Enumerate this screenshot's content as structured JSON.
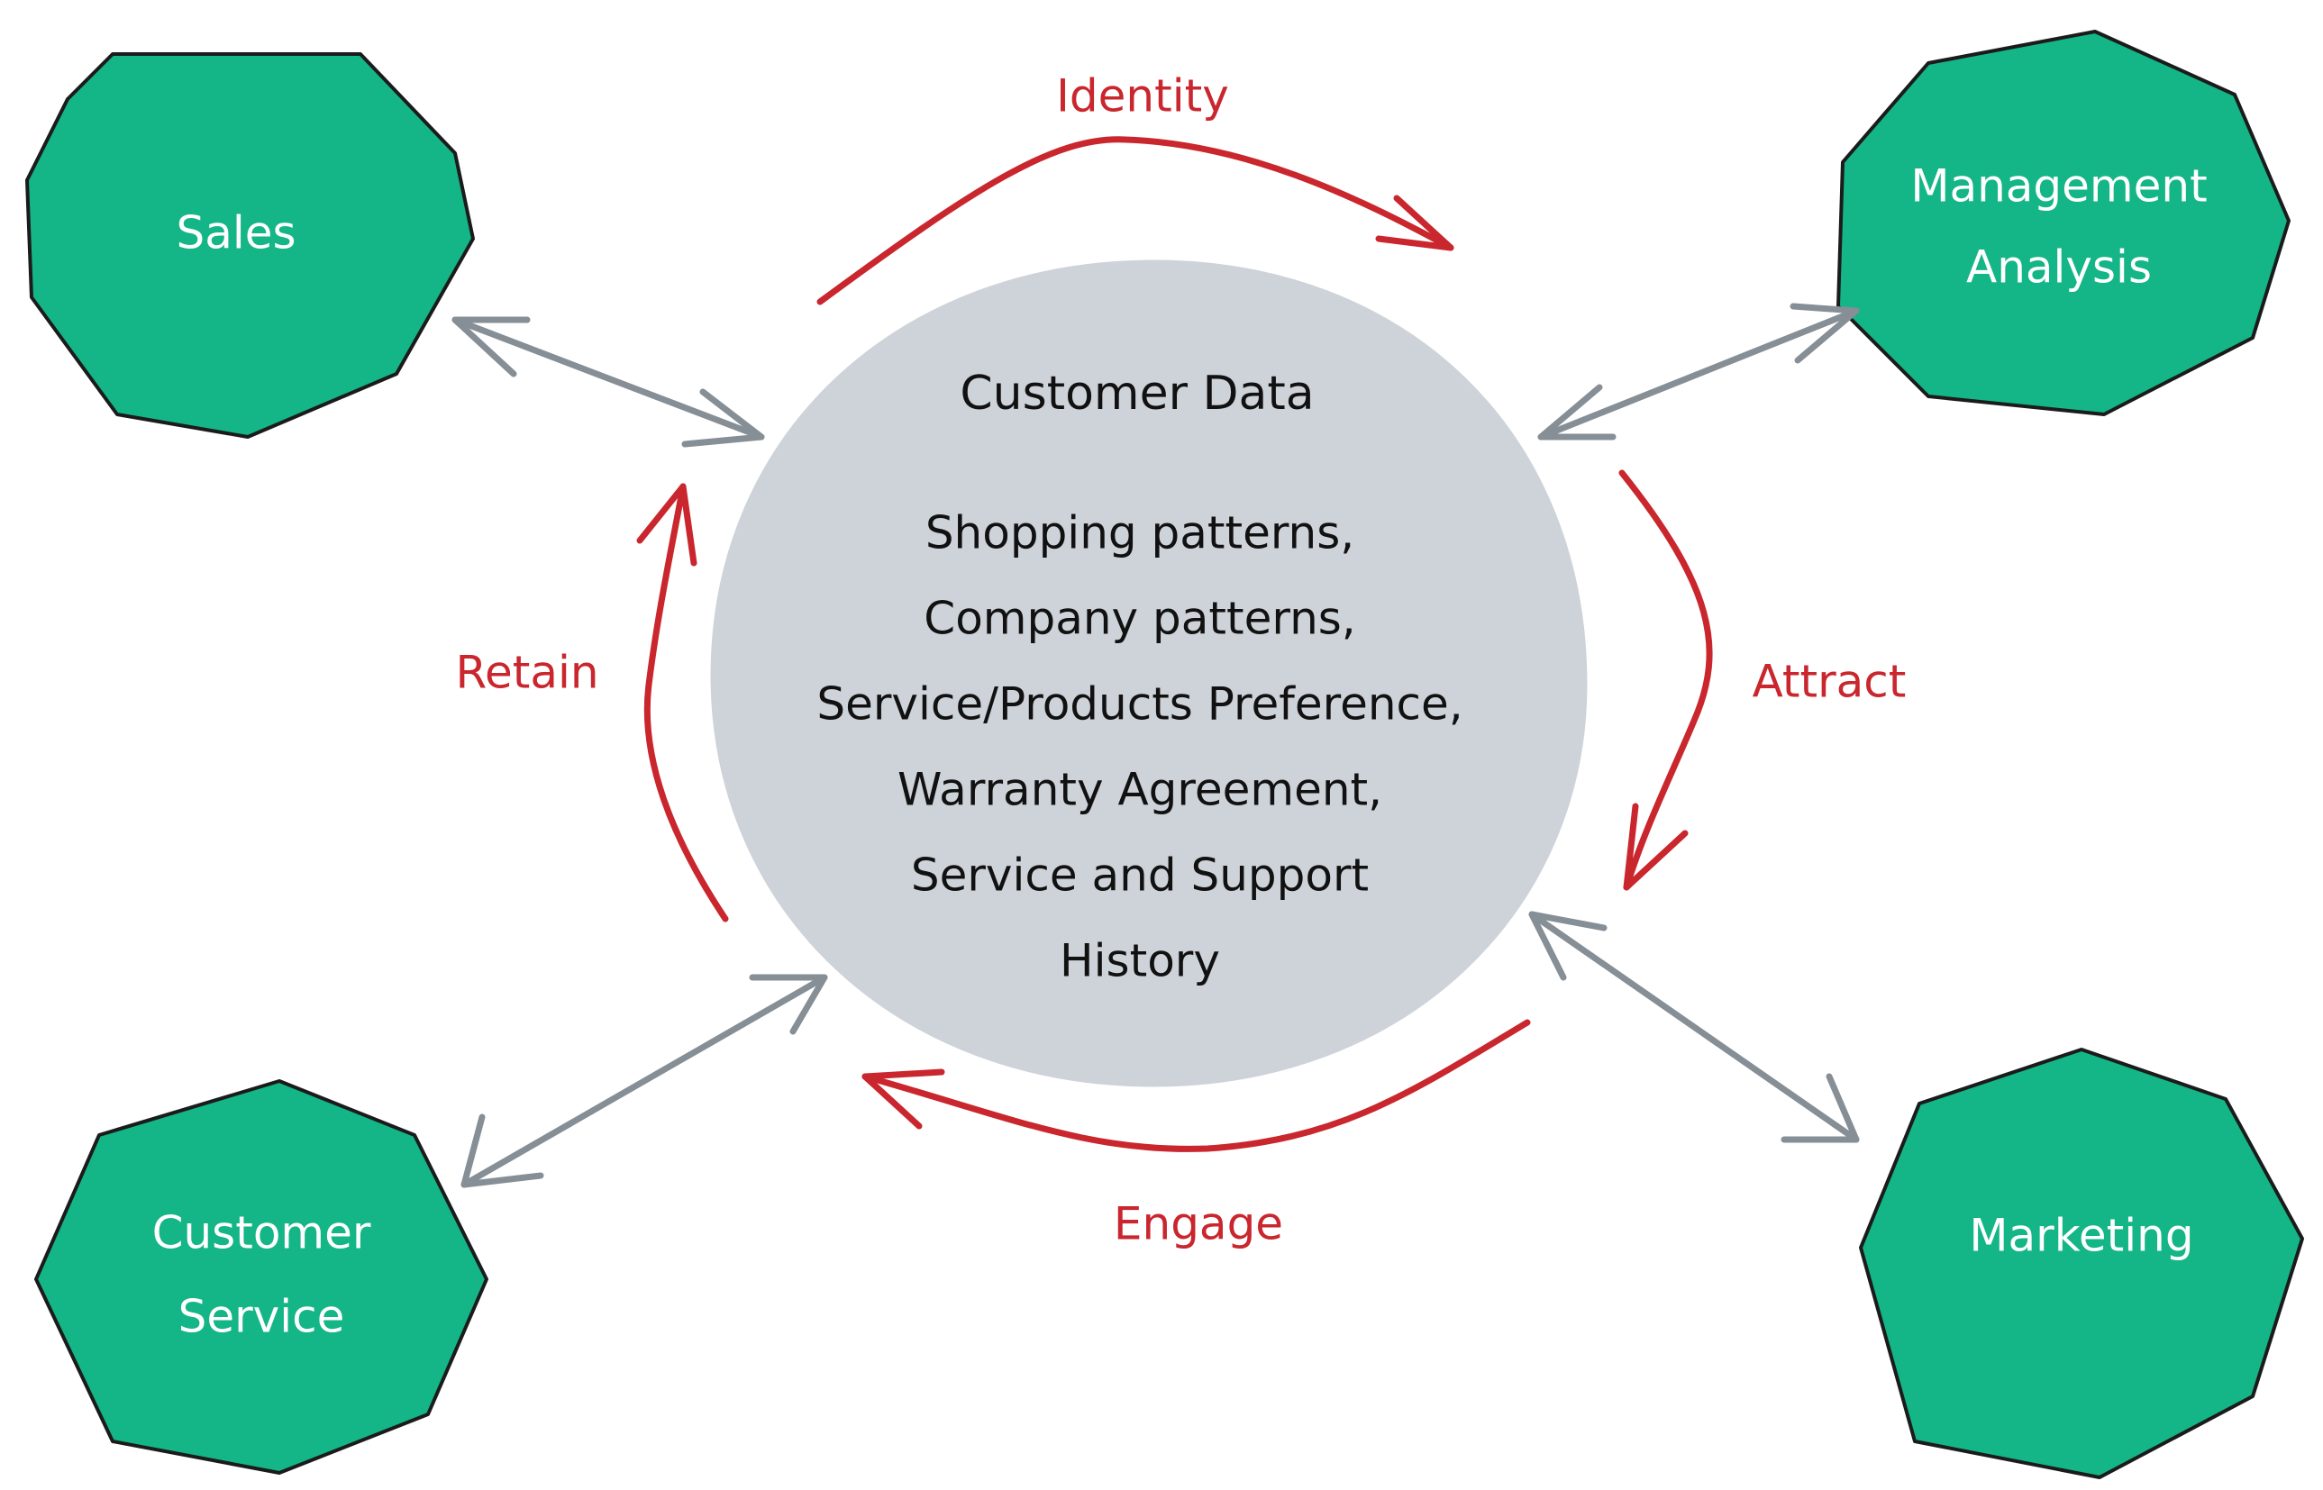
{
  "center": {
    "title": "Customer Data",
    "lines": [
      "Shopping patterns,",
      "Company patterns,",
      "Service/Products Preference,",
      "Warranty Agreement,",
      "Service and Support",
      "History"
    ]
  },
  "nodes": {
    "sales": {
      "label_lines": [
        "Sales"
      ]
    },
    "management": {
      "label_lines": [
        "Management",
        "Analysis"
      ]
    },
    "customer_service": {
      "label_lines": [
        "Customer",
        "Service"
      ]
    },
    "marketing": {
      "label_lines": [
        "Marketing"
      ]
    }
  },
  "cycle": {
    "identity": "Identity",
    "attract": "Attract",
    "engage": "Engage",
    "retain": "Retain"
  },
  "colors": {
    "node_fill": "#14b586",
    "center_fill": "#ced3da",
    "cycle_red": "#c9262d",
    "link_gray": "#868e96"
  }
}
